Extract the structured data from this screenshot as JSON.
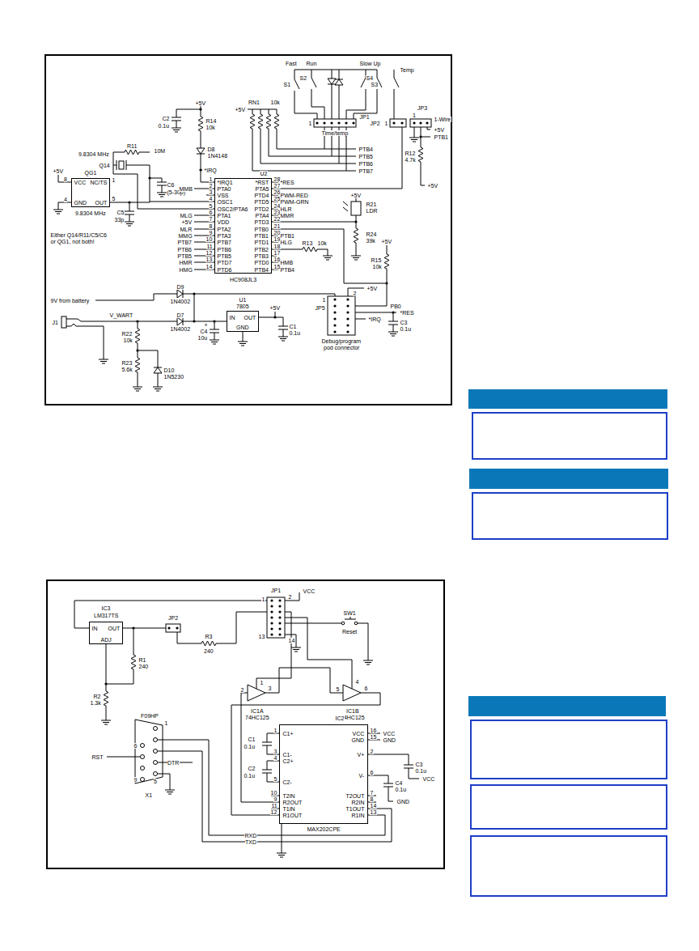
{
  "diagram": {
    "nodes": [
      {
        "text": [
          "QG1",
          "VCC",
          "NC/TS",
          "GND",
          "OUT",
          "9.8304 MHz"
        ]
      },
      {
        "text": [
          "U2",
          "*IRQ1",
          "PTA0",
          "VSS",
          "OSC1",
          "OSC2/PTA6",
          "PTA1",
          "VDD",
          "PTA2",
          "PTA3",
          "PTB7",
          "PTB6",
          "PTB5",
          "PTD7",
          "PTD6",
          "*RST",
          "PTA5",
          "PTD4",
          "PTD5",
          "PTD2",
          "PTA4",
          "PTD3",
          "PTB0",
          "PTB1",
          "PTD1",
          "PTB2",
          "PTB3",
          "PTD0",
          "PTB4",
          "HC908JL3"
        ]
      },
      {
        "text": [
          "U1",
          "7805",
          "IN",
          "OUT",
          "GND"
        ]
      },
      {
        "text": [
          "IC3",
          "LM317TS",
          "IN",
          "OUT",
          "ADJ"
        ]
      },
      {
        "text": [
          "IC2",
          "C1+",
          "C1-",
          "C2+",
          "C2-",
          "T2IN",
          "R2OUT",
          "T1IN",
          "R1OUT",
          "VCC",
          "GND",
          "V+",
          "V-",
          "T2OUT",
          "R2IN",
          "T1OUT",
          "R1IN",
          "MAX202CPE"
        ]
      }
    ],
    "edges": [
      {
        "from": 0,
        "to": 1,
        "arrow": "none"
      }
    ],
    "labels": [
      "Fast",
      "Run",
      "Slow",
      "Up",
      "S2",
      "S1",
      "S3",
      "S4",
      "Temp",
      "+5V",
      "R14",
      "10k",
      "C2",
      "0.1u",
      "D8",
      "1N4148",
      "+5V",
      "RN1",
      "10k",
      "1",
      "JP1",
      "Time/temp",
      "JP2",
      "1",
      "JP3",
      "1",
      "1-Wire",
      "+5V",
      "PTB1",
      "R12",
      "4.7k",
      "+5V",
      "PTB4",
      "PTB5",
      "PTB6",
      "PTB7",
      "9.8304 MHz",
      "Q14",
      "C6",
      "(5-30p)",
      "R11",
      "10M",
      "*IRQ",
      "+5V",
      "8",
      "1",
      "4",
      "5",
      "C5",
      "33p",
      "Either Q14/R11/C5/C6",
      "or QG1, not both!",
      "MMB",
      "MLG",
      "+5V",
      "MLR",
      "MMG",
      "PTB7",
      "PTB6",
      "PTB5",
      "HMR",
      "HMG",
      "1",
      "2",
      "3",
      "4",
      "5",
      "6",
      "7",
      "8",
      "9",
      "10",
      "11",
      "12",
      "13",
      "14",
      "28",
      "27",
      "26",
      "25",
      "24",
      "23",
      "22",
      "21",
      "20",
      "19",
      "18",
      "17",
      "16",
      "15",
      "*RES",
      "PWM-RED",
      "PWM-GRN",
      "HLR",
      "MMR",
      "PTB1",
      "HLG",
      "HMB",
      "PTB4",
      "R13",
      "10k",
      "+5V",
      "R21",
      "LDR",
      "R24",
      "39k",
      "+5V",
      "R15",
      "10k",
      "9V from battery",
      "D9",
      "1N4002",
      "V_WART",
      "D7",
      "1N4002",
      "J1",
      "R22",
      "10k",
      "R23",
      "5.6k",
      "D10",
      "1N5230",
      "+5V",
      "C1",
      "0.1u",
      "+",
      "C4",
      "10u",
      "1",
      "2",
      "+5V",
      "JP5",
      "PB0",
      "*RES",
      "*IRQ",
      "C3",
      "0.1u",
      "Debug/program",
      "pod connector",
      "1",
      "JP1",
      "2",
      "VCC",
      "13",
      "14",
      "SW1",
      "Reset",
      "JP2",
      "R1",
      "240",
      "R3",
      "240",
      "R2",
      "1.3k",
      "1",
      "3",
      "IC1A",
      "74HC125",
      "2",
      "4",
      "5",
      "6",
      "IC1B",
      "74HC125",
      "1",
      "3",
      "4",
      "5",
      "10",
      "9",
      "11",
      "12",
      "16",
      "15",
      "2",
      "6",
      "7",
      "8",
      "14",
      "13",
      "VCC",
      "GND",
      "C1",
      "0.1u",
      "C2",
      "0.1u",
      "C3",
      "0.1u",
      "VCC",
      "C4",
      "0.1u",
      "GND",
      "RXD",
      "TXD",
      "F09HP",
      "6",
      "RST",
      "1",
      "9",
      "DTR",
      "5",
      "X1"
    ]
  }
}
